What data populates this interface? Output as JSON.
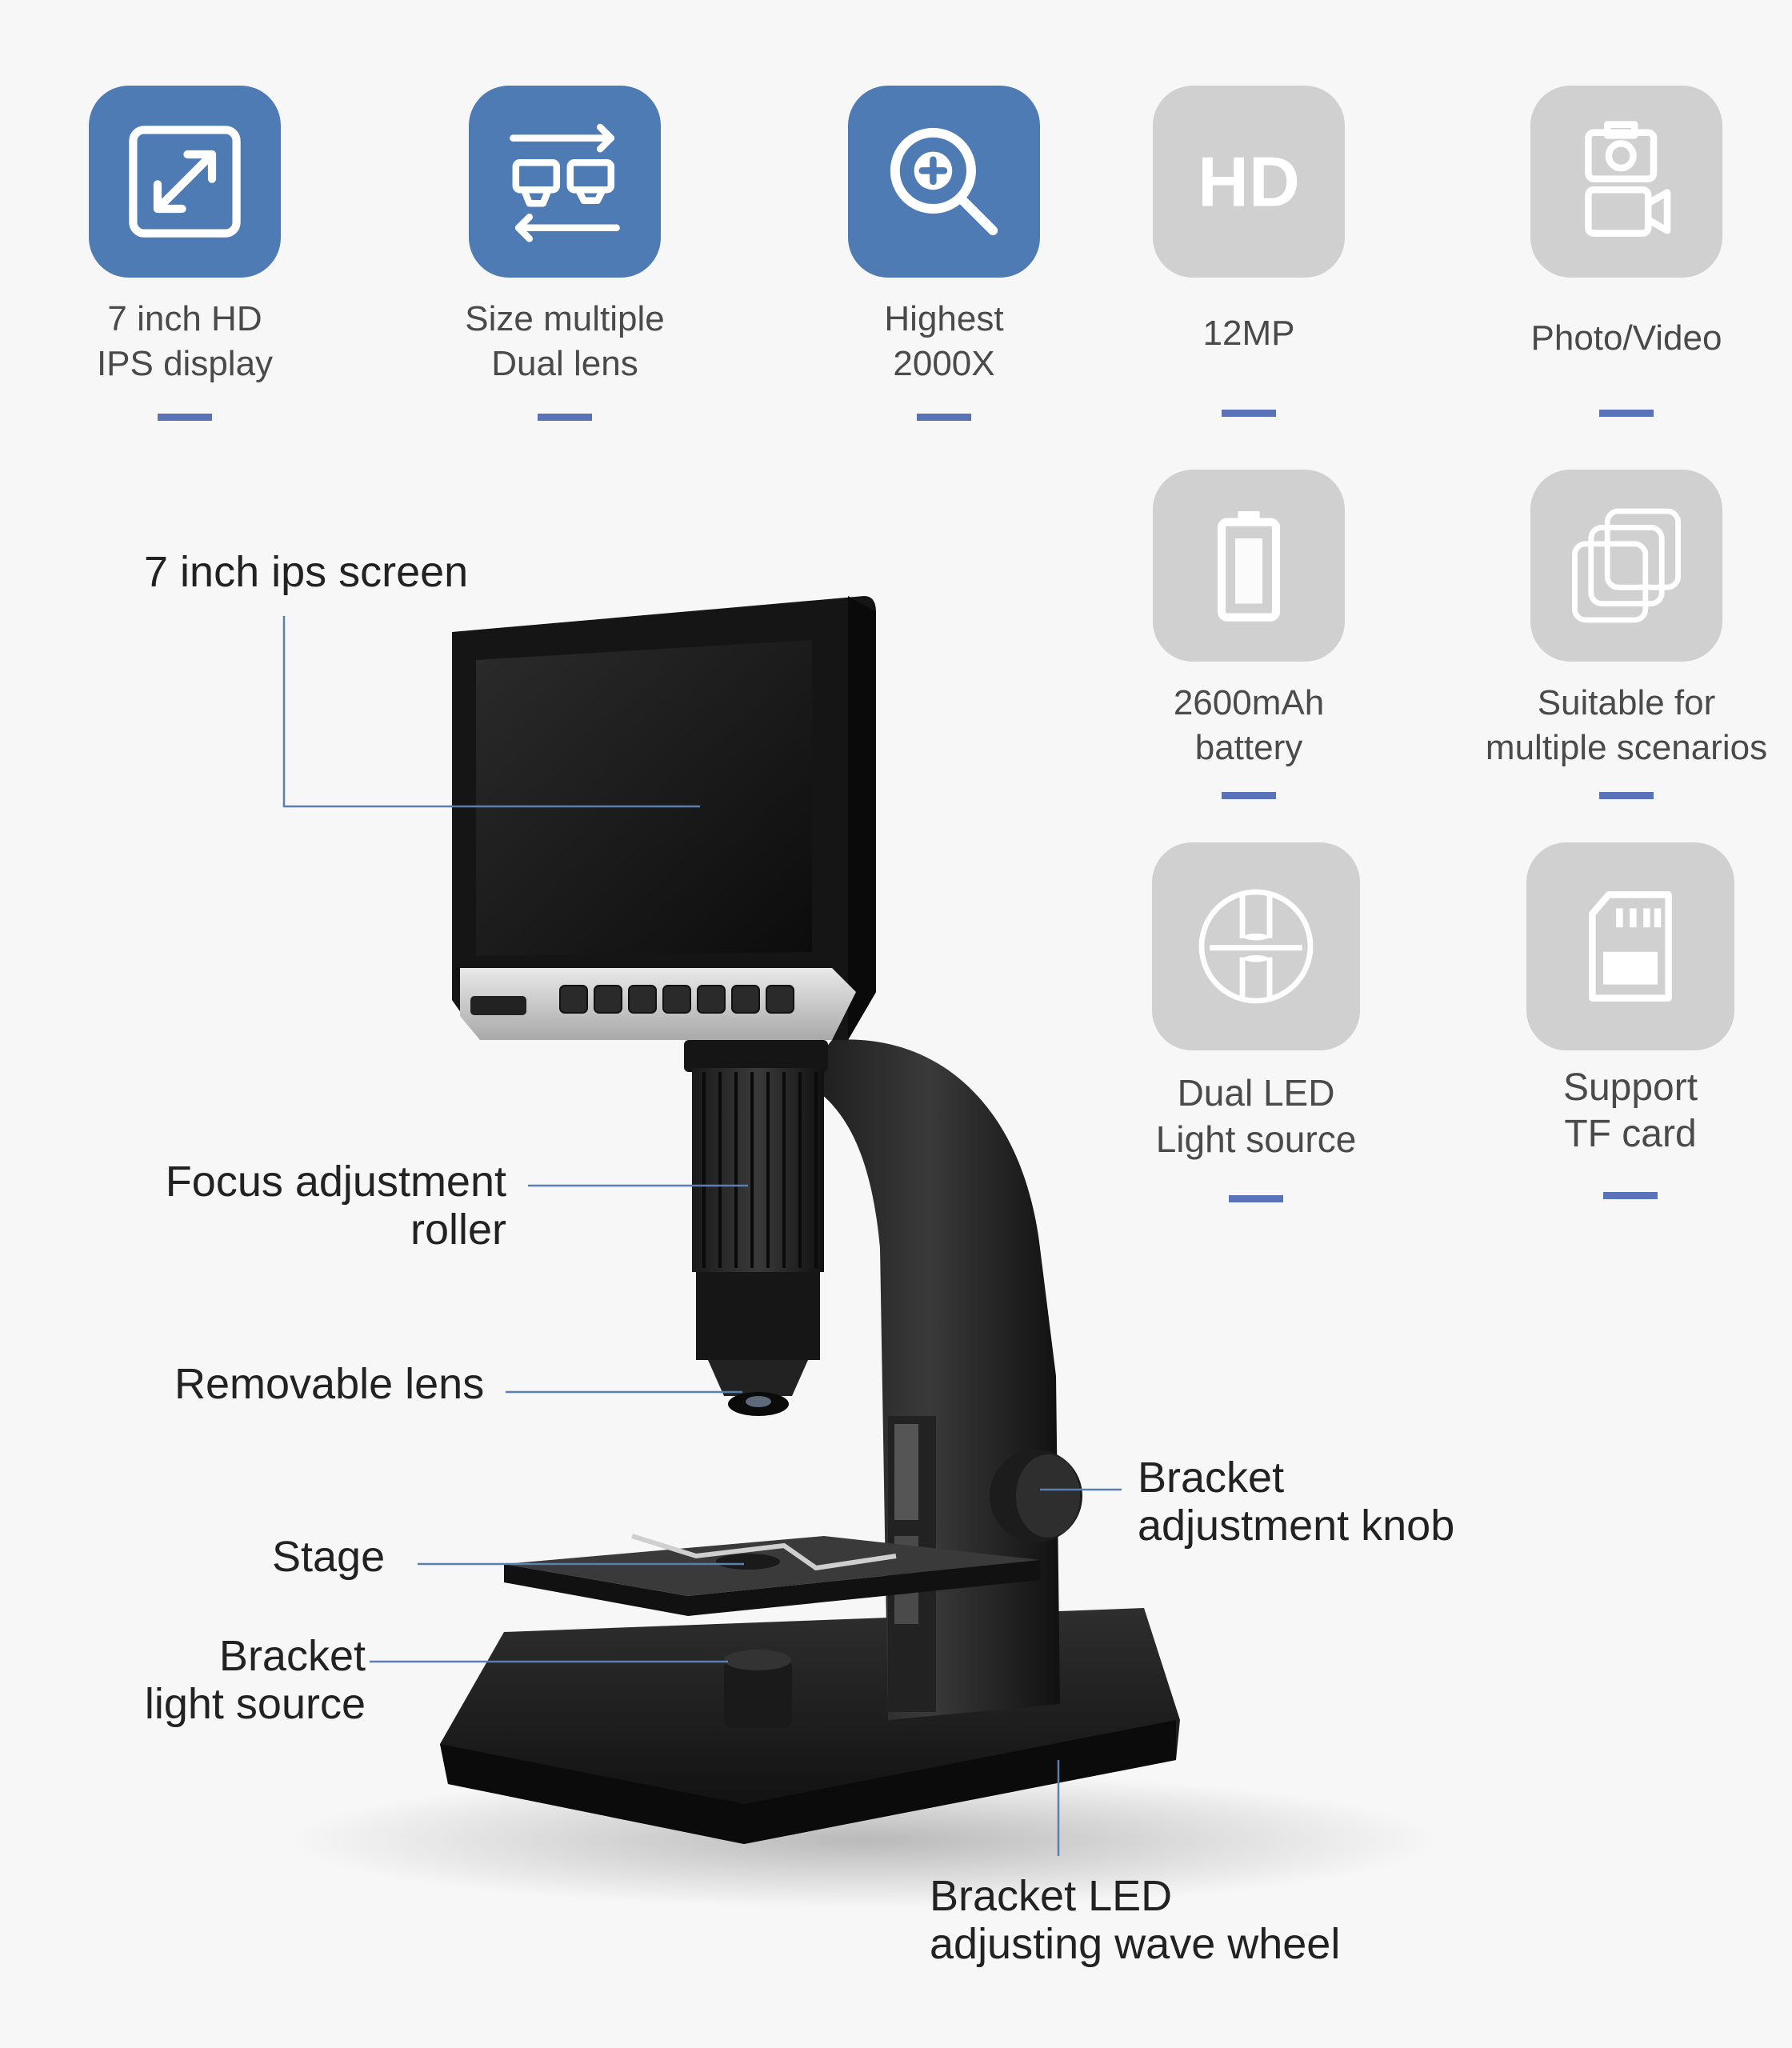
{
  "features": [
    {
      "id": "display",
      "lines": [
        "7 inch HD",
        "IPS display"
      ],
      "style": "blue",
      "icon": "expand-arrows-icon"
    },
    {
      "id": "lens",
      "lines": [
        "Size multiple",
        "Dual lens"
      ],
      "style": "blue",
      "icon": "dual-lens-icon"
    },
    {
      "id": "zoom",
      "lines": [
        "Highest",
        "2000X"
      ],
      "style": "blue",
      "icon": "magnify-plus-icon"
    },
    {
      "id": "resolution",
      "lines": [
        "12MP"
      ],
      "style": "gray",
      "icon": "hd-icon",
      "icon_text": "HD"
    },
    {
      "id": "photo-video",
      "lines": [
        "Photo/Video"
      ],
      "style": "gray",
      "icon": "camera-video-icon"
    },
    {
      "id": "battery",
      "lines": [
        "2600mAh",
        "battery"
      ],
      "style": "gray",
      "icon": "battery-icon"
    },
    {
      "id": "scenarios",
      "lines": [
        "Suitable for",
        "multiple scenarios"
      ],
      "style": "gray",
      "icon": "stacked-layers-icon"
    },
    {
      "id": "led",
      "lines": [
        "Dual LED",
        "Light source"
      ],
      "style": "gray",
      "icon": "dual-led-icon"
    },
    {
      "id": "tf-card",
      "lines": [
        "Support",
        "TF card"
      ],
      "style": "gray",
      "icon": "sd-card-icon"
    }
  ],
  "callouts": {
    "screen": [
      "7 inch ips screen"
    ],
    "focus": [
      "Focus adjustment",
      "roller"
    ],
    "lens": [
      "Removable lens"
    ],
    "stage": [
      "Stage"
    ],
    "bracket_light": [
      "Bracket",
      "light source"
    ],
    "bracket_knob": [
      "Bracket",
      "adjustment knob"
    ],
    "led_wheel": [
      "Bracket LED",
      "adjusting wave wheel"
    ]
  },
  "colors": {
    "accent_blue": "#4f7bb4",
    "tile_gray": "#d0d0d0",
    "dash": "#5a72b8"
  }
}
